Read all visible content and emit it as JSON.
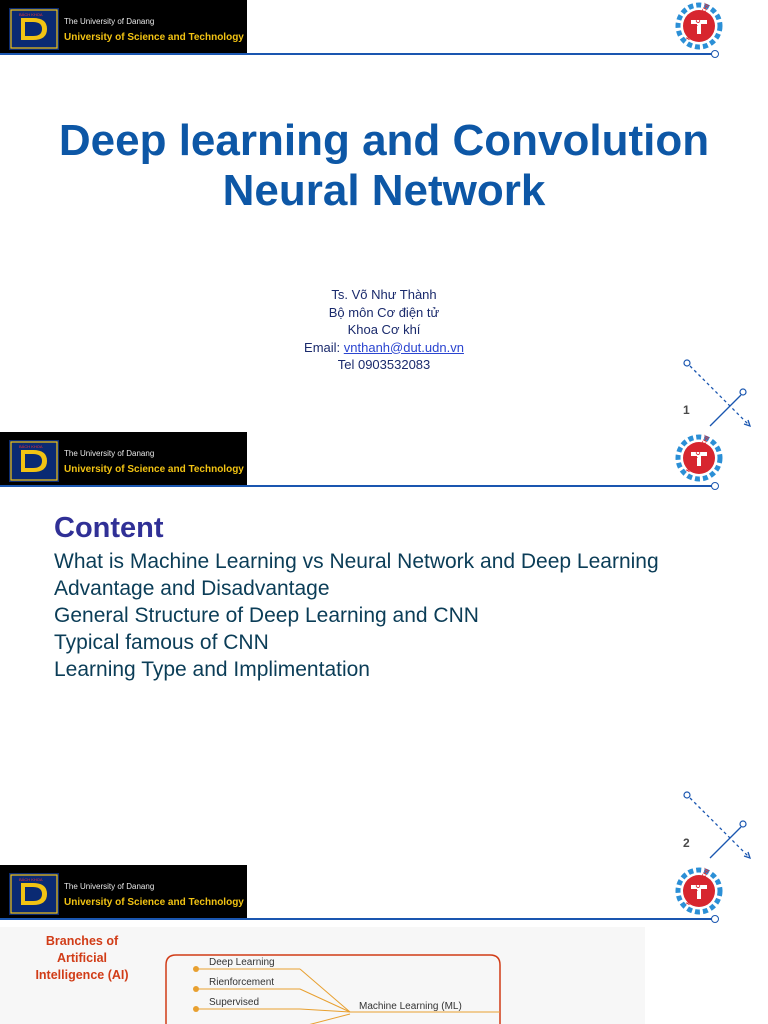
{
  "header": {
    "university_line1": "The University of Danang",
    "university_line2": "University of Science and Technology",
    "logo_label": "BÁCH KHOA",
    "faculty_logo_label": "KHOA CƠ KHÍ"
  },
  "slide1": {
    "title_line1": "Deep learning and Convolution",
    "title_line2": "Neural Network",
    "author": "Ts. Võ Như Thành",
    "department": "Bộ môn Cơ điện tử",
    "faculty": "Khoa Cơ khí",
    "email_label": "Email: ",
    "email": "vnthanh@dut.udn.vn",
    "tel": "Tel 0903532083",
    "page_number": "1"
  },
  "slide2": {
    "heading": "Content",
    "items": [
      "What is Machine Learning vs Neural Network and Deep Learning",
      "Advantage and Disadvantage",
      "General Structure of Deep Learning and CNN",
      "Typical famous of CNN",
      "Learning Type and Implimentation"
    ],
    "page_number": "2"
  },
  "slide3": {
    "branches_title": "Branches of Artificial Intelligence (AI)",
    "branches": [
      "Deep Learning",
      "Rienforcement",
      "Supervised"
    ],
    "group_label": "Machine Learning (ML)"
  },
  "colors": {
    "title_blue": "#0d57a6",
    "rule_blue": "#1a56b0",
    "content_heading": "#303096",
    "accent_orange": "#e8a030",
    "accent_red": "#d13c17"
  }
}
